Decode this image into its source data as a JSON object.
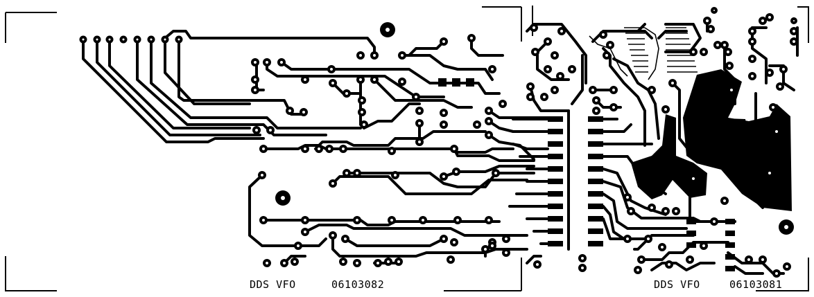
{
  "boards": [
    {
      "title": "DDS VFO",
      "code": "06103082"
    },
    {
      "title": "DDS VFO",
      "code": "06103081"
    }
  ],
  "colors": {
    "copper": "#000000",
    "substrate": "#ffffff"
  }
}
